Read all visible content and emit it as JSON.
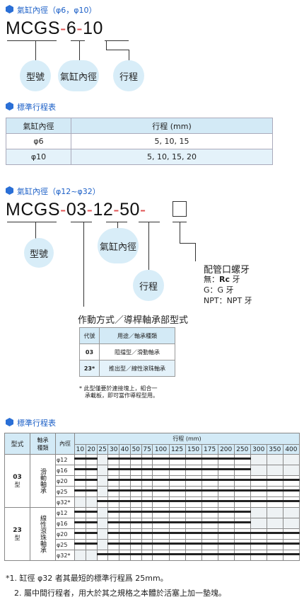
{
  "s1": {
    "title": "氣缸內徑（φ6，φ10）",
    "code": [
      "MCGS",
      "-",
      "6",
      "-",
      "10"
    ],
    "labels": [
      "型號",
      "氣缸內徑",
      "行程"
    ]
  },
  "t1": {
    "title": "標準行程表",
    "headers": [
      "氣缸內徑",
      "行程 (mm)"
    ],
    "rows": [
      [
        "φ6",
        "5, 10, 15"
      ],
      [
        "φ10",
        "5, 10, 15, 20"
      ]
    ]
  },
  "s2": {
    "title": "氣缸內徑（φ12~φ32）",
    "code": [
      "MCGS",
      "-",
      "03",
      "-",
      "12",
      "-",
      "50",
      "-"
    ],
    "labels": [
      "型號",
      "氣缸內徑",
      "行程"
    ],
    "port": {
      "title": "配管口螺牙",
      "l1a": "無：",
      "l1b": "Rc",
      "l1c": " 牙",
      "l2": "G：G 牙",
      "l3": "NPT：NPT 牙"
    },
    "mode_title": "作動方式／導桿軸承部型式"
  },
  "t2": {
    "headers": [
      "代號",
      "用途／軸承種類"
    ],
    "rows": [
      [
        "03",
        "阻擋型／滑動軸承"
      ],
      [
        "23*",
        "推出型／線性滾珠軸承"
      ]
    ],
    "note1": "* 此型僅要於連接塊上，組合一",
    "note2": "承載板，即可當作導程型用。"
  },
  "t3": {
    "title": "標準行程表",
    "h_type": "型式",
    "h_bearing1": "軸承",
    "h_bearing2": "種類",
    "h_bore": "內徑",
    "h_stroke": "行程 (mm)",
    "strokes": [
      "10",
      "20",
      "25",
      "30",
      "40",
      "50",
      "75",
      "100",
      "125",
      "150",
      "175",
      "200",
      "250",
      "300",
      "350",
      "400"
    ],
    "groups": [
      {
        "type": "03",
        "type2": "型",
        "bearing": "滑動軸承",
        "bores": [
          "φ12",
          "φ16",
          "φ20",
          "φ25",
          "φ32*"
        ]
      },
      {
        "type": "23",
        "type2": "型",
        "bearing": "線性滾珠軸承",
        "bores": [
          "φ12",
          "φ16",
          "φ20",
          "φ25",
          "φ32*"
        ]
      }
    ]
  },
  "notes": {
    "n1": "*1. 缸徑 φ32 者其最短的標準行程爲 25mm。",
    "n2": "2. 屬中間行程者，用大於其之規格之本體於活塞上加一墊塊。"
  }
}
